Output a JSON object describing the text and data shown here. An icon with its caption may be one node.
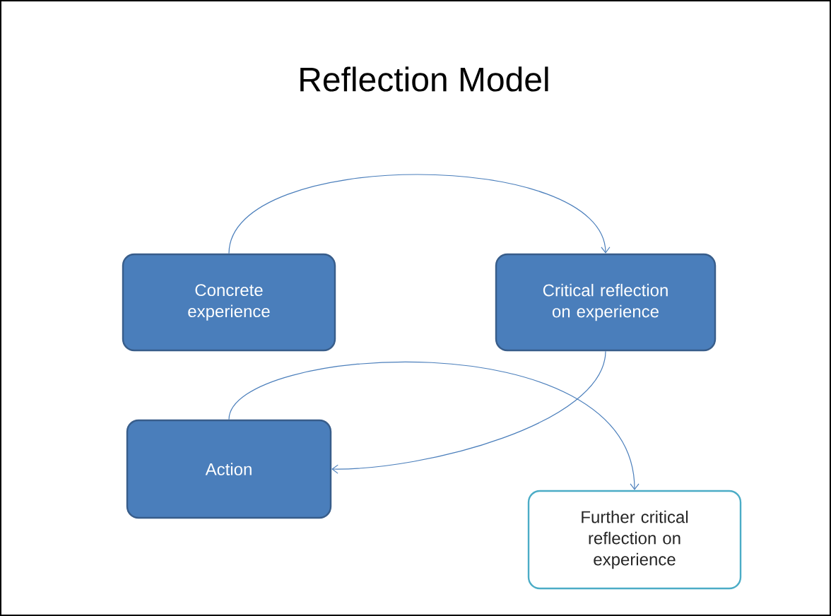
{
  "diagram": {
    "title": "Reflection Model",
    "nodes": [
      {
        "text": [
          "Concrete experience"
        ]
      },
      {
        "text": [
          "Critical reflection on experience"
        ]
      },
      {
        "text": [
          "Action"
        ]
      },
      {
        "text": [
          "Further critical reflection on experience"
        ]
      }
    ],
    "edges": [
      {
        "from": 0,
        "to": 1,
        "arrow": "to"
      },
      {
        "from": 1,
        "to": 2,
        "arrow": "to"
      },
      {
        "from": 2,
        "to": 3,
        "arrow": "to"
      }
    ]
  }
}
